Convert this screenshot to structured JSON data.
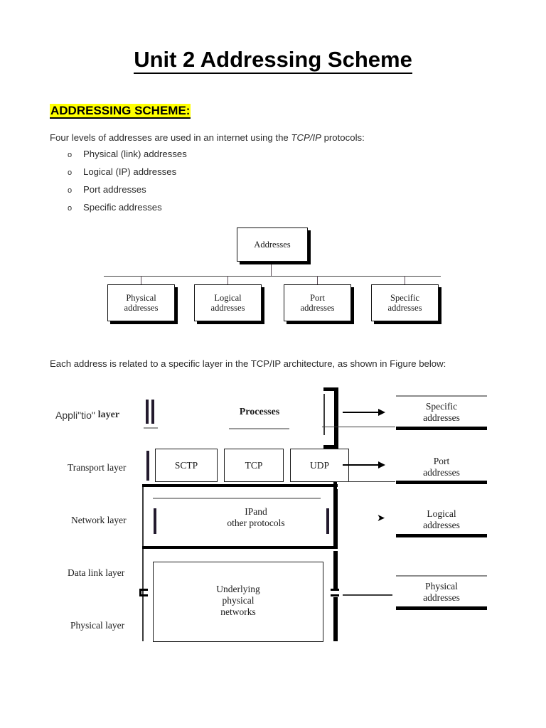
{
  "document": {
    "title": "Unit 2 Addressing Scheme",
    "section_heading": "ADDRESSING SCHEME:",
    "intro_before_italic": "Four levels of addresses are used in an internet using the ",
    "intro_italic": "TCP/IP",
    "intro_after_italic": " protocols:",
    "bullets": [
      {
        "marker": "o",
        "label": "Physical (link) addresses"
      },
      {
        "marker": "o",
        "label": "Logical (IP) addresses"
      },
      {
        "marker": "o",
        "label": "Port addresses"
      },
      {
        "marker": "o",
        "label": "Specific addresses"
      }
    ],
    "mid_paragraph": "Each address is related to a specific layer in the TCP/IP architecture, as shown in Figure below:"
  },
  "figure_addresses_tree": {
    "root": "Addresses",
    "leaves": [
      "Physical\naddresses",
      "Logical\naddresses",
      "Port\naddresses",
      "Specific\naddresses"
    ]
  },
  "figure_tcpip_layers": {
    "layer_labels": {
      "application_prefix": "Appli\"tio\" ",
      "application_suffix": "layer",
      "transport": "Transport layer",
      "network": "Network layer",
      "datalink": "Data link layer",
      "physical": "Physical layer"
    },
    "application_content": "Processes",
    "transport_protocols": [
      "SCTP",
      "TCP",
      "UDP"
    ],
    "network_content": "IPand\nother protocols",
    "physical_content": "Underlying\nphysical\nnetworks",
    "address_labels": [
      "Specific\naddresses",
      "Port\naddresses",
      "Logical\naddresses",
      "Physical\naddresses"
    ],
    "small_arrow_glyph": "➤"
  },
  "colors": {
    "highlight": "#ffff00",
    "ink": "#000000",
    "body_text": "#2b2b2b",
    "rule_grey": "#9a9a9a"
  }
}
